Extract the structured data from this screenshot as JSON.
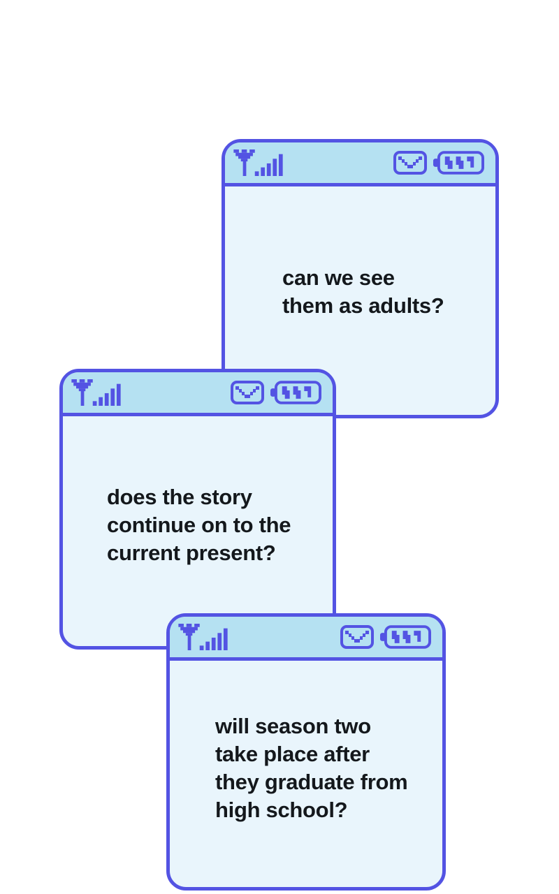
{
  "colors": {
    "border": "#5353e3",
    "header_bg": "#b5e1f2",
    "body_bg": "#e9f5fc",
    "text": "#14181c",
    "page_bg": "#ffffff"
  },
  "status_bar": {
    "icons": [
      "signal-strength-icon",
      "envelope-icon",
      "battery-icon"
    ]
  },
  "windows": [
    {
      "name": "message-window-1",
      "lines": [
        "can we see",
        "them as adults?"
      ]
    },
    {
      "name": "message-window-2",
      "lines": [
        "does the story",
        "continue on to the",
        "current present?"
      ]
    },
    {
      "name": "message-window-3",
      "lines": [
        "will season two",
        "take place after",
        "they graduate from",
        "high school?"
      ]
    }
  ]
}
